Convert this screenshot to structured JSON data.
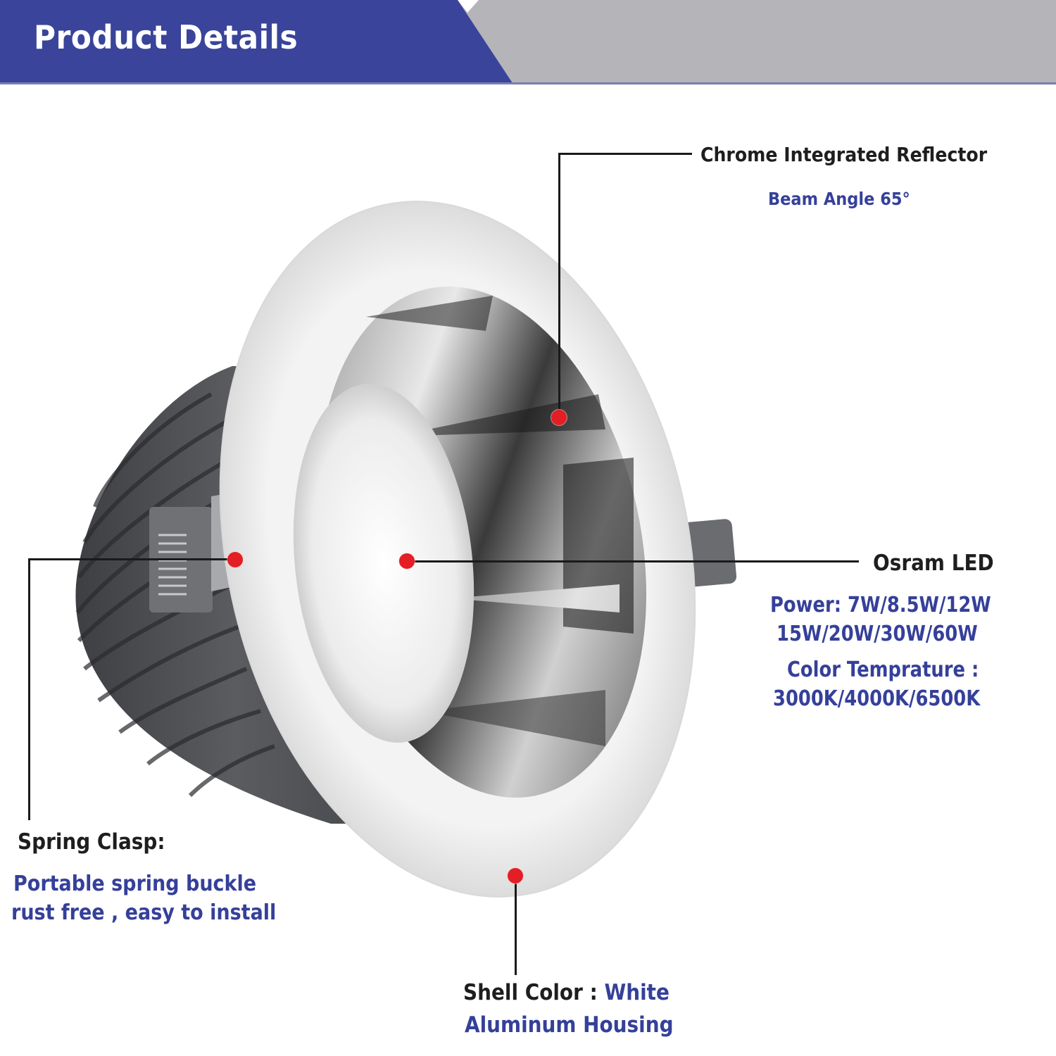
{
  "header": {
    "title": "Product Details",
    "colors": {
      "primary": "#39449a",
      "secondary": "#b4b4b9"
    }
  },
  "callouts": {
    "reflector": {
      "title": "Chrome Integrated Reflector",
      "detail": "Beam Angle 65°"
    },
    "led": {
      "title": "Osram LED",
      "power_line1": "Power: 7W/8.5W/12W",
      "power_line2": "15W/20W/30W/60W",
      "color_temp_label": "Color Temprature :",
      "color_temp_values": "3000K/4000K/6500K"
    },
    "spring_clasp": {
      "title": "Spring Clasp:",
      "detail_line1": "Portable spring buckle",
      "detail_line2": "rust free , easy to install"
    },
    "shell": {
      "title": "Shell Color : ",
      "color_value": "White",
      "detail": "Aluminum Housing"
    }
  },
  "colors": {
    "accent_text": "#35409a",
    "dot": "#e31e24",
    "title_text": "#1e1e1e"
  }
}
